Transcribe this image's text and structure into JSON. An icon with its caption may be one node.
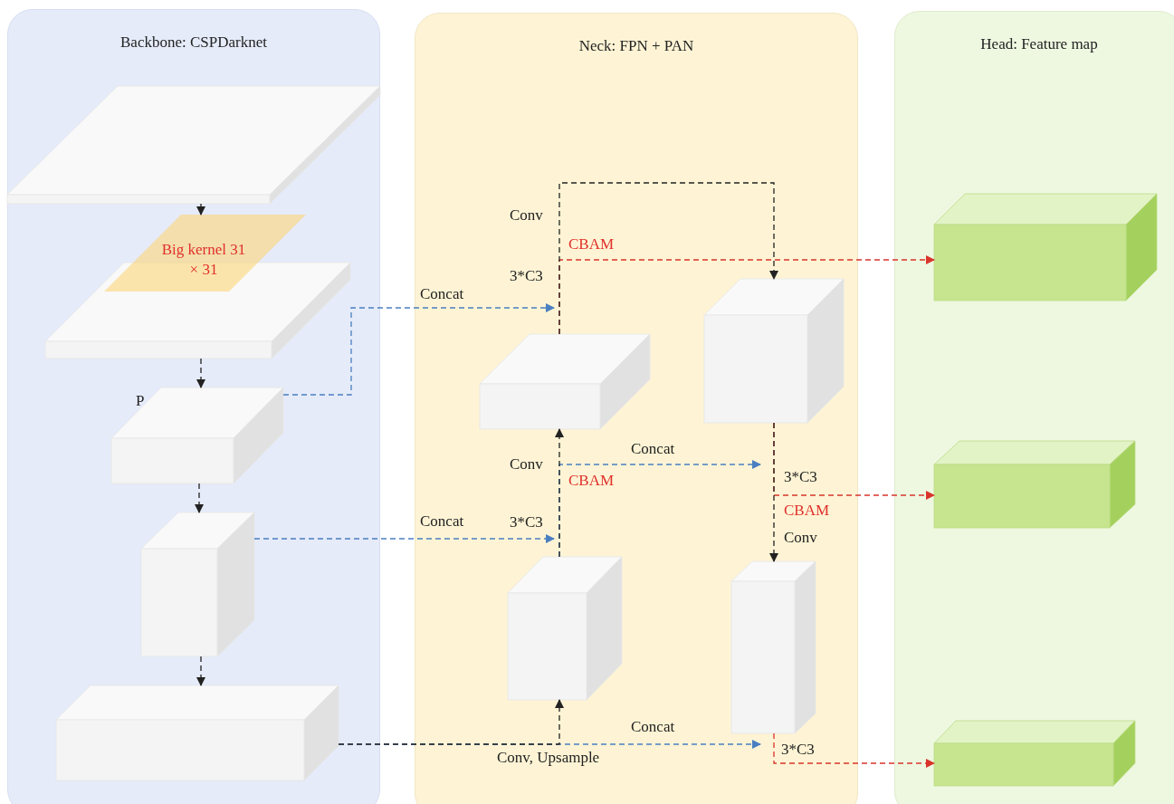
{
  "diagram": {
    "nodes": [
      {
        "text": [
          "Backbone: CSPDarknet"
        ]
      },
      {
        "text": [
          "Neck: FPN + PAN"
        ]
      },
      {
        "text": [
          "Head: Feature map"
        ]
      },
      {
        "text": [],
        "shape": "box",
        "in": 0
      },
      {
        "text": [
          "Big kernel 31 × 31"
        ],
        "in": 0
      },
      {
        "text": [],
        "shape": "box",
        "in": 0
      },
      {
        "text": [],
        "shape": "box",
        "in": 0
      },
      {
        "text": [],
        "shape": "box",
        "in": 0
      },
      {
        "text": [],
        "shape": "box",
        "in": 0
      },
      {
        "text": [],
        "shape": "box",
        "in": 1
      },
      {
        "text": [],
        "shape": "box",
        "in": 1
      },
      {
        "text": [],
        "shape": "box",
        "in": 1
      },
      {
        "text": [],
        "shape": "box",
        "in": 1
      },
      {
        "text": [],
        "shape": "box",
        "in": 2
      },
      {
        "text": [],
        "shape": "box",
        "in": 2
      },
      {
        "text": [],
        "shape": "box",
        "in": 2
      }
    ],
    "edges": [
      {
        "from": 3,
        "to": 4,
        "arrow": "to",
        "style": "dashed"
      },
      {
        "from": 5,
        "to": 6,
        "arrow": "to",
        "style": "dashed"
      },
      {
        "from": 6,
        "to": 7,
        "arrow": "to",
        "style": "dashed"
      },
      {
        "from": 7,
        "to": 8,
        "arrow": "to",
        "style": "dashed"
      },
      {
        "from": 6,
        "to": 9,
        "arrow": "to",
        "style": "dashed",
        "color": "#4a7fc1",
        "label": "Concat"
      },
      {
        "from": 9,
        "to": 10,
        "arrow": "to",
        "style": "dashed"
      },
      {
        "from": 9,
        "to": 13,
        "arrow": "to",
        "style": "dashed",
        "color": "#d9342b",
        "label": "CBAM"
      },
      {
        "from": 7,
        "to": 11,
        "arrow": "to",
        "style": "dashed",
        "color": "#4a7fc1",
        "label": "Concat"
      },
      {
        "from": 11,
        "to": 9,
        "arrow": "to",
        "style": "dashed"
      },
      {
        "from": 11,
        "to": null,
        "arrow": "to",
        "style": "dashed",
        "color": "#4a7fc1",
        "label": "Concat"
      },
      {
        "from": 10,
        "to": 12,
        "arrow": "to",
        "style": "dashed"
      },
      {
        "from": 10,
        "to": 14,
        "arrow": "to",
        "style": "dashed",
        "color": "#d9342b",
        "label": "CBAM"
      },
      {
        "from": 8,
        "to": 11,
        "arrow": "to",
        "style": "dashed",
        "label": "Conv, Upsample"
      },
      {
        "from": 8,
        "to": 12,
        "arrow": "to",
        "style": "dashed",
        "color": "#4a7fc1",
        "label": "Concat"
      },
      {
        "from": 12,
        "to": 15,
        "arrow": "to",
        "style": "dashed",
        "color": "#d9342b"
      }
    ],
    "labels": [
      "P",
      "Conv",
      "3*C3",
      "Conv",
      "CBAM",
      "3*C3",
      "3*C3",
      "Conv",
      "3*C3"
    ]
  }
}
